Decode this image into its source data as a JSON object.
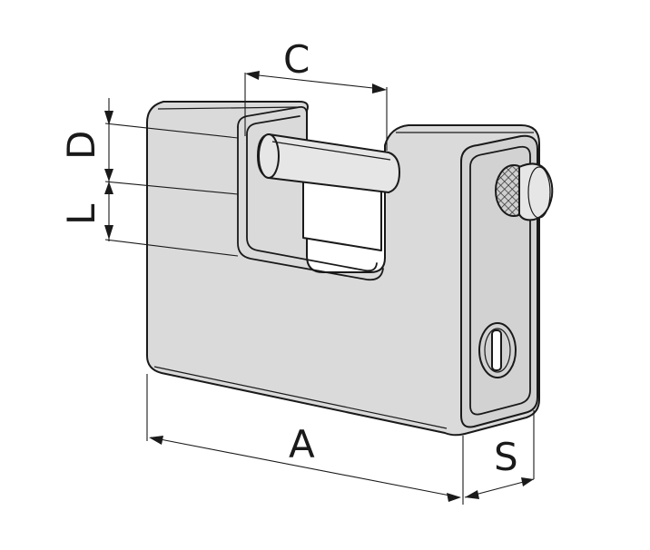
{
  "dimension_labels": {
    "a": "A",
    "c": "C",
    "d": "D",
    "l": "L",
    "s": "S"
  }
}
